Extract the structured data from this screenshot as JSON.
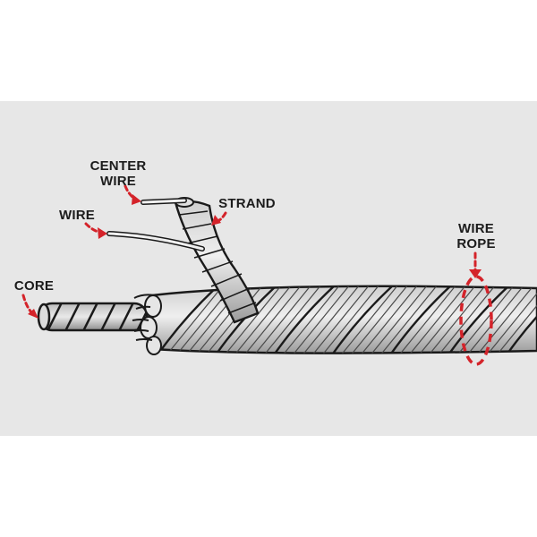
{
  "diagram": {
    "labels": {
      "center_wire": "CENTER\nWIRE",
      "wire": "WIRE",
      "strand": "STRAND",
      "core": "CORE",
      "wire_rope": "WIRE\nROPE"
    },
    "colors": {
      "background": "#ffffff",
      "band": "#e7e7e7",
      "callout": "#d4232a",
      "outline": "#1a1a1a",
      "steel": "#d2d2d2"
    }
  }
}
